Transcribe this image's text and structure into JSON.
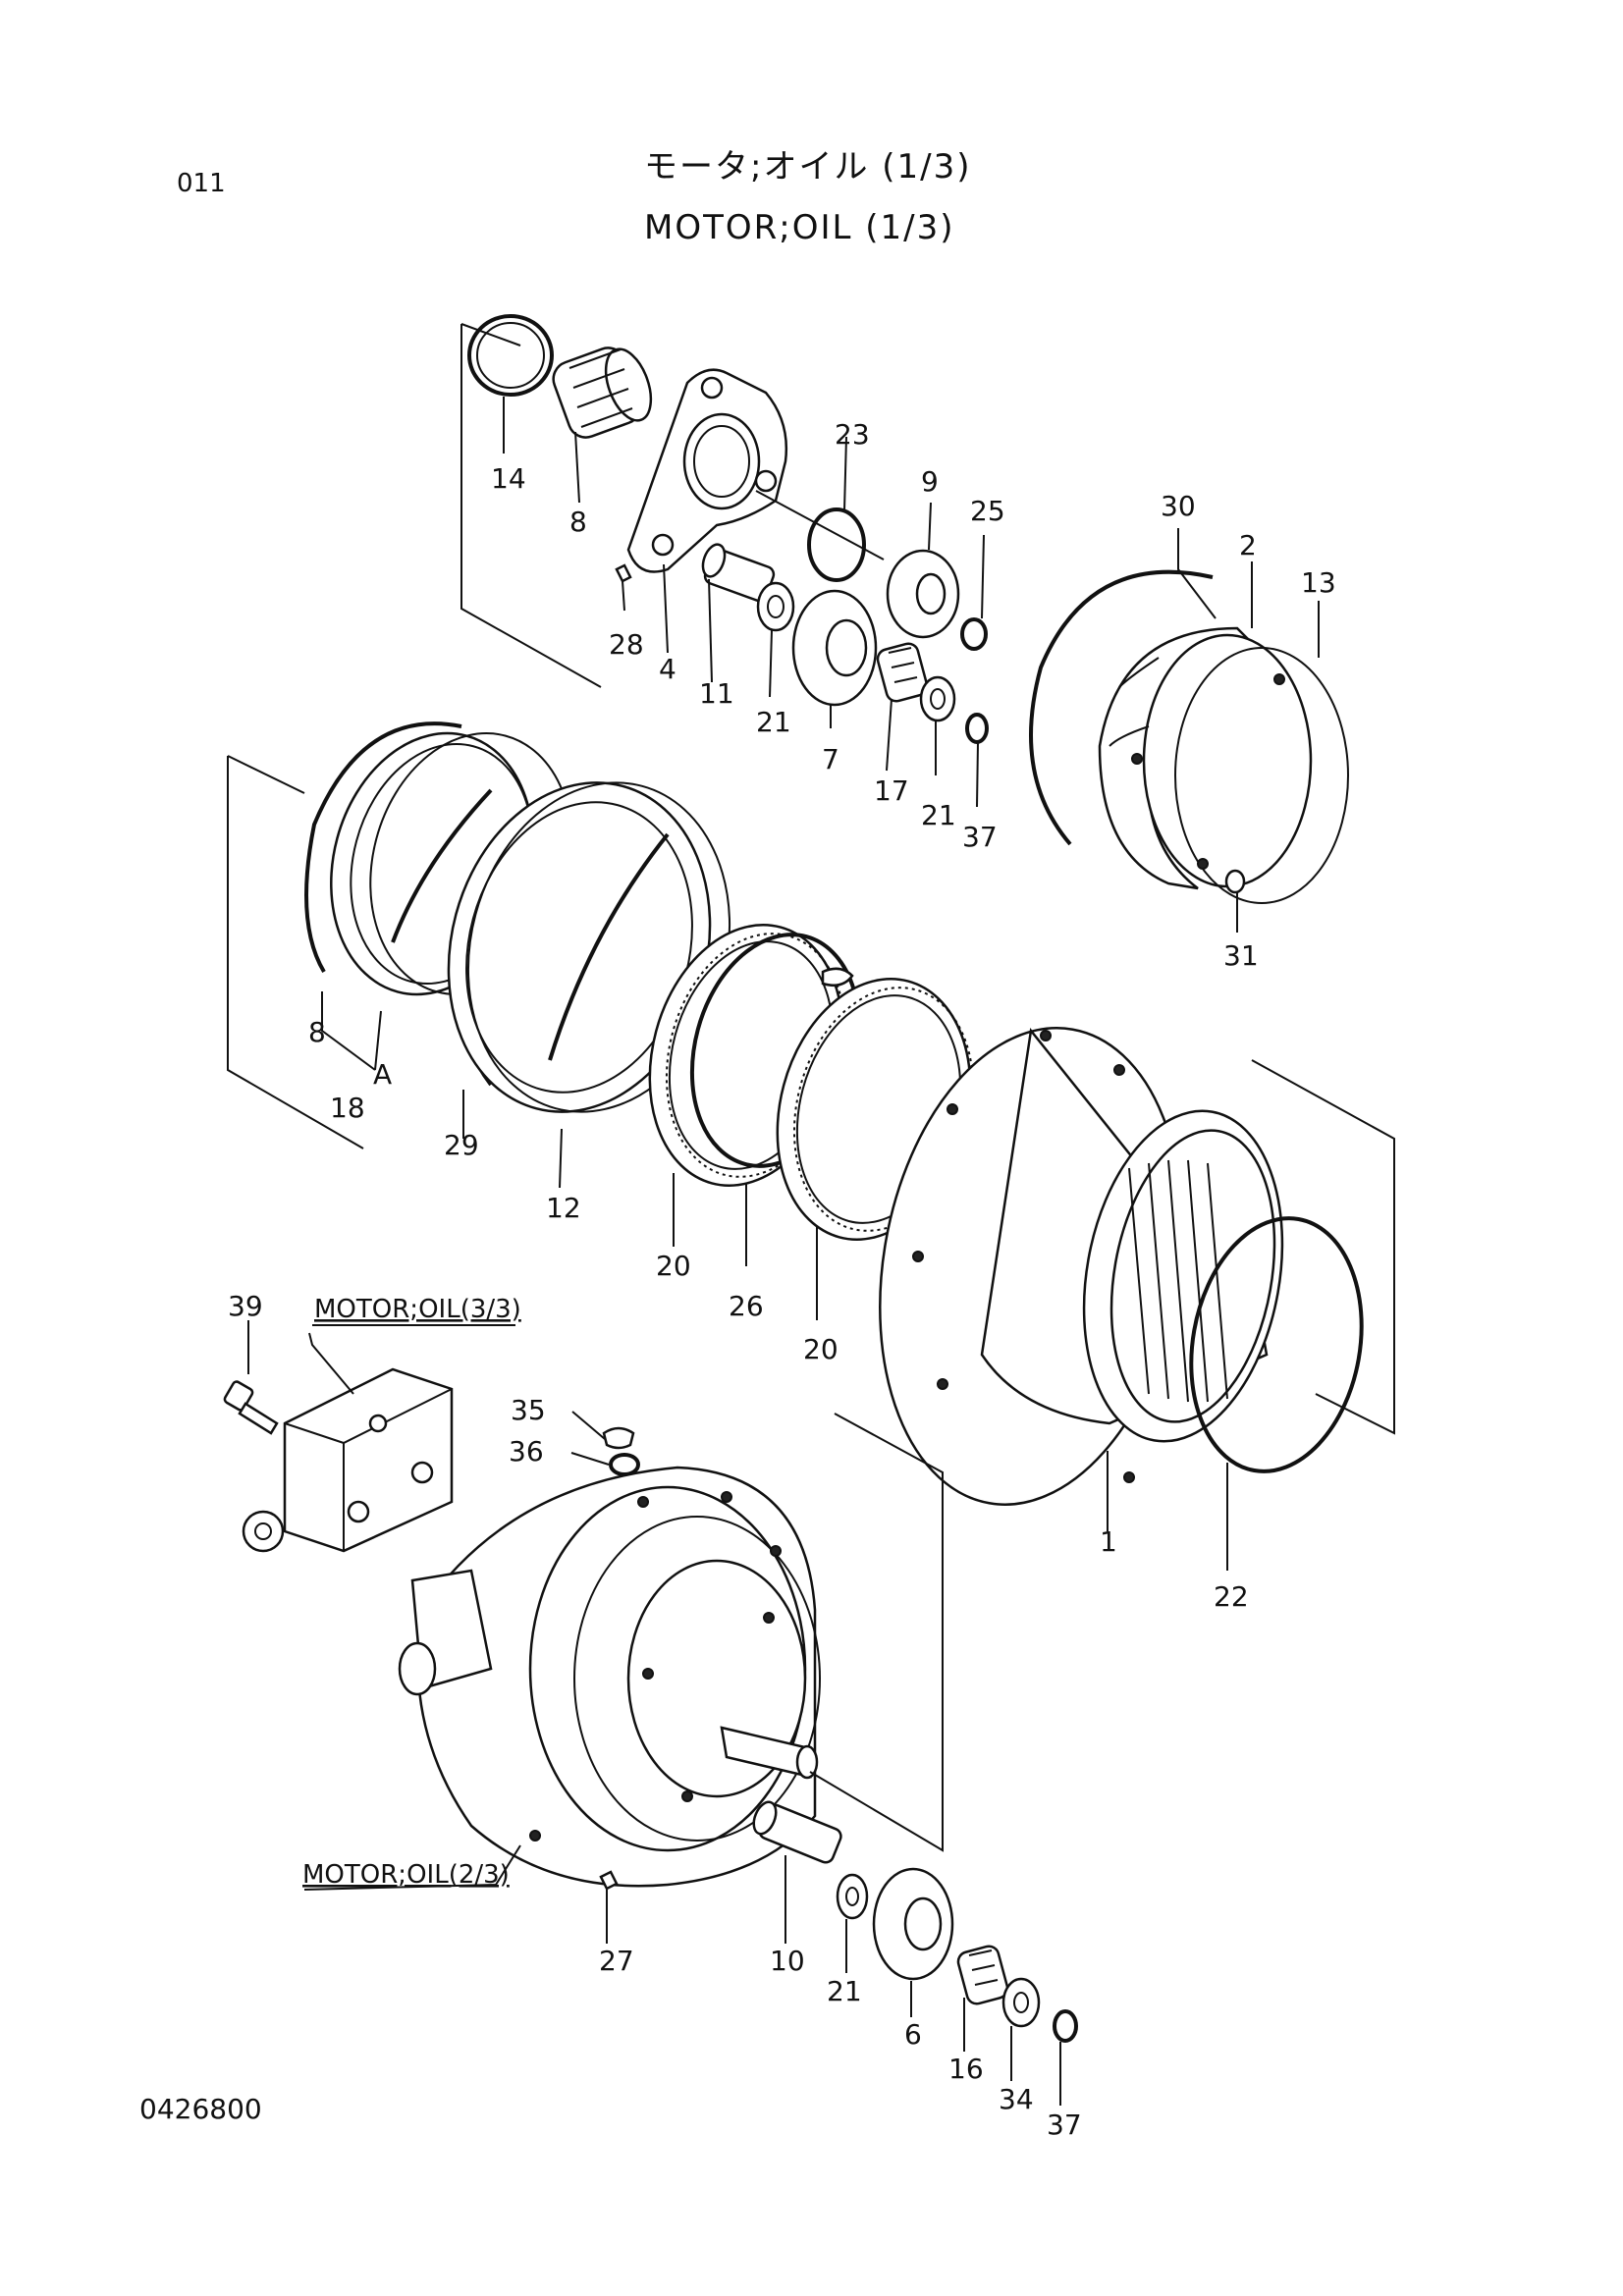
{
  "header": {
    "page_code": "011",
    "title_jp": "モータ;オイル (1/3)",
    "title_en": "MOTOR;OIL (1/3)"
  },
  "footer": {
    "drawing_number": "0426800"
  },
  "references": {
    "motor_oil_3": "MOTOR;OIL(3/3)",
    "motor_oil_2": "MOTOR;OIL(2/3)"
  },
  "callouts": {
    "c14": "14",
    "c8a": "8",
    "c28": "28",
    "c4": "4",
    "c11": "11",
    "c21a": "21",
    "c23": "23",
    "c9": "9",
    "c25": "25",
    "c7": "7",
    "c17": "17",
    "c21b": "21",
    "c37a": "37",
    "c30": "30",
    "c2": "2",
    "c13": "13",
    "c31": "31",
    "c8b": "8",
    "cA": "A",
    "c18": "18",
    "c29": "29",
    "c12": "12",
    "c20a": "20",
    "c26": "26",
    "c20b": "20",
    "c1": "1",
    "c22": "22",
    "c39": "39",
    "c35": "35",
    "c36": "36",
    "c27": "27",
    "c10": "10",
    "c21c": "21",
    "c6": "6",
    "c16": "16",
    "c34": "34",
    "c37b": "37"
  }
}
